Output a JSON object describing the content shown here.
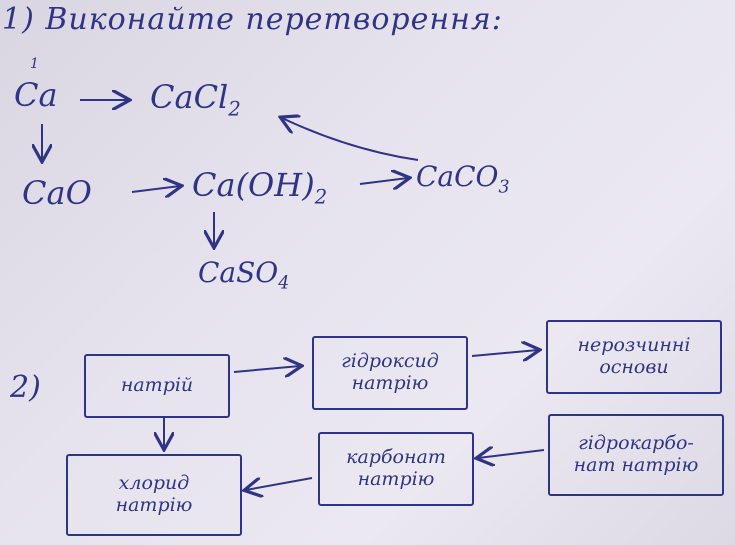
{
  "task1": {
    "title": "1) Виконайте перетворення:",
    "step_number": "1",
    "formulas": {
      "ca": "Ca",
      "cacl2": "CaCl",
      "cacl2_sub": "2",
      "cao": "CaO",
      "caoh2": "Ca(OH)",
      "caoh2_sub": "2",
      "caco3": "CaCO",
      "caco3_sub": "3",
      "caso4": "CaSO",
      "caso4_sub": "4"
    }
  },
  "task2": {
    "label": "2)",
    "boxes": {
      "natrii": "натрій",
      "hydroxide_line1": "гідроксид",
      "hydroxide_line2": "натрію",
      "insoluble_line1": "нерозчинні",
      "insoluble_line2": "основи",
      "chloride_line1": "хлорид",
      "chloride_line2": "натрію",
      "carbonate_line1": "карбонат",
      "carbonate_line2": "натрію",
      "hydrocarbonate_line1": "гідрокарбо-",
      "hydrocarbonate_line2": "нат натрію"
    }
  },
  "colors": {
    "ink": "#2f3486",
    "paper": "#e6e3ee"
  }
}
